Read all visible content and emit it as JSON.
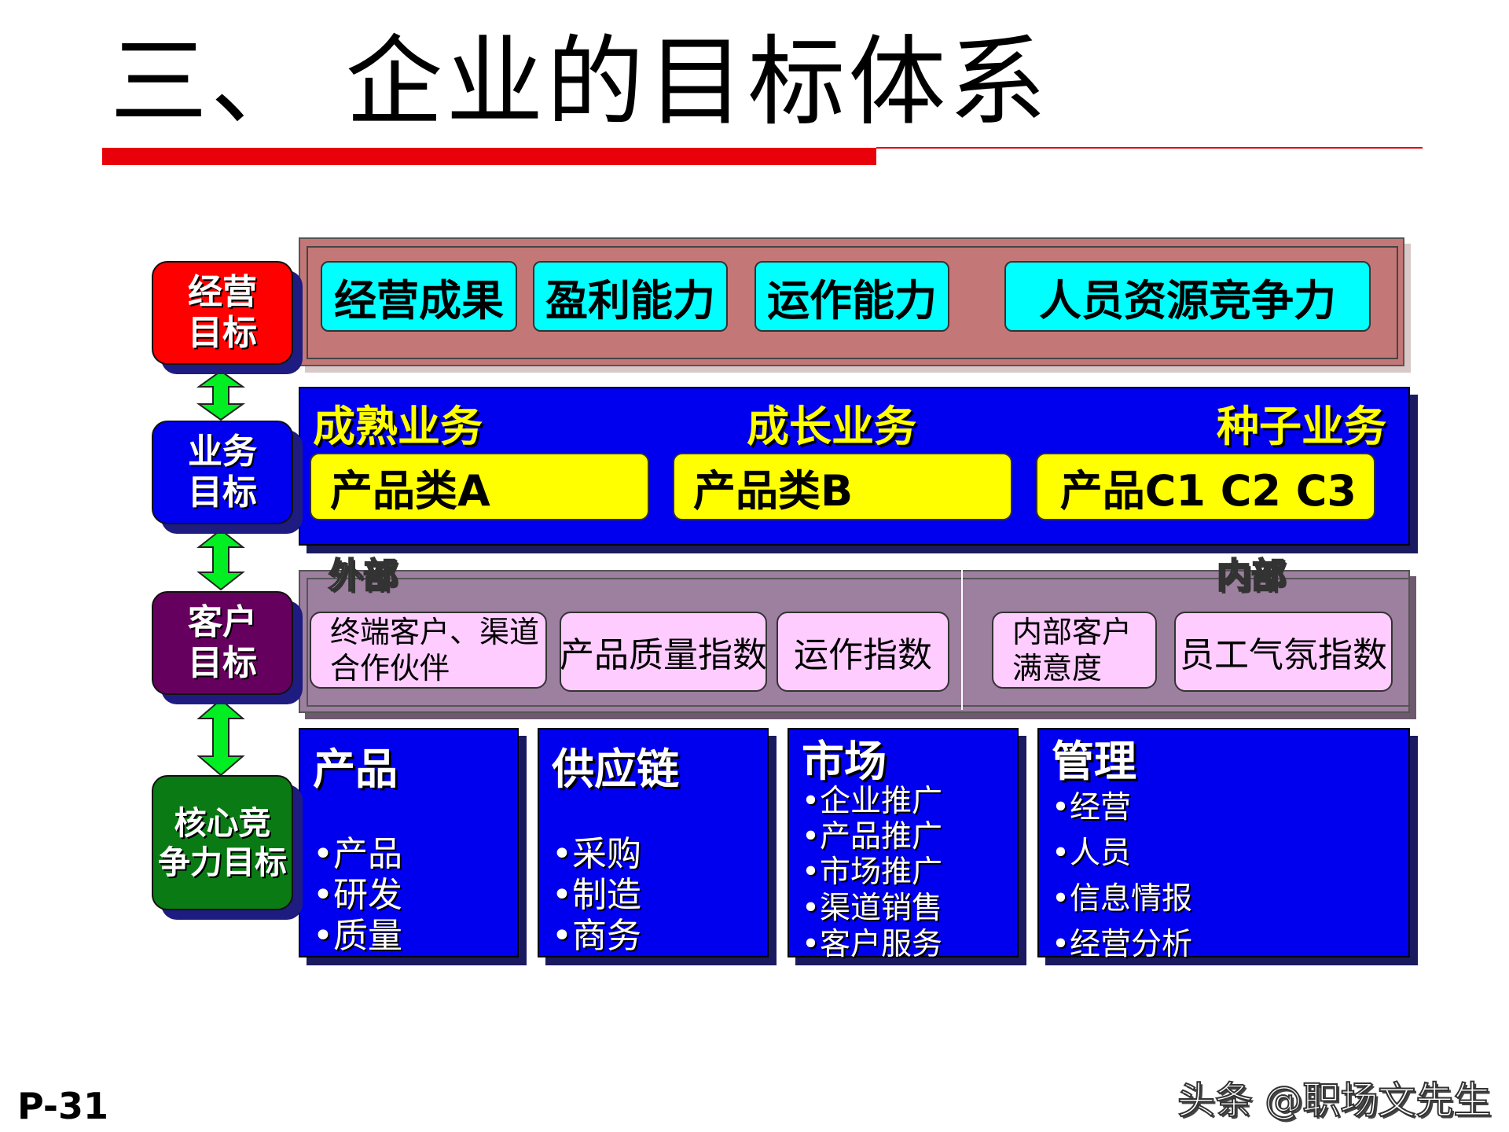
{
  "title": "三、 企业的目标体系",
  "goals": {
    "business_operation": [
      "经营",
      "目标"
    ],
    "business": [
      "业务",
      "目标"
    ],
    "customer": [
      "客户",
      "目标"
    ],
    "core": [
      "核心竞",
      "争力目标"
    ]
  },
  "row1": {
    "items": [
      "经营成果",
      "盈利能力",
      "运作能力",
      "人员资源竞争力"
    ]
  },
  "row2": {
    "segments": [
      {
        "title": "成熟业务",
        "product": "产品类A"
      },
      {
        "title": "成长业务",
        "product": "产品类B"
      },
      {
        "title": "种子业务",
        "product": "产品C1 C2 C3"
      }
    ]
  },
  "row3": {
    "external_label": "外部",
    "internal_label": "内部",
    "external_items": [
      "终端客户、渠道",
      "合作伙伴",
      "产品质量指数",
      "运作指数"
    ],
    "internal_items": [
      "内部客户",
      "满意度",
      "员工气氛指数"
    ]
  },
  "row4": [
    {
      "title": "产品",
      "items": [
        "•产品",
        "•研发",
        "•质量"
      ]
    },
    {
      "title": "供应链",
      "items": [
        "•采购",
        "•制造",
        "•商务"
      ]
    },
    {
      "title": "市场",
      "items": [
        "•企业推广",
        "•产品推广",
        "•市场推广",
        "•渠道销售",
        "•客户服务"
      ]
    },
    {
      "title": "管理",
      "items": [
        "•经营",
        "•人员",
        "•信息情报",
        "•经营分析"
      ]
    }
  ],
  "page_number": "P-31",
  "watermark": "头条 @职场文先生",
  "colors": {
    "title_rule": "#e8000b",
    "arrow": "#00ee22",
    "cyan": "#00ffff",
    "yellow": "#ffff00",
    "pink": "#ffccff",
    "blue": "#0000ee"
  }
}
